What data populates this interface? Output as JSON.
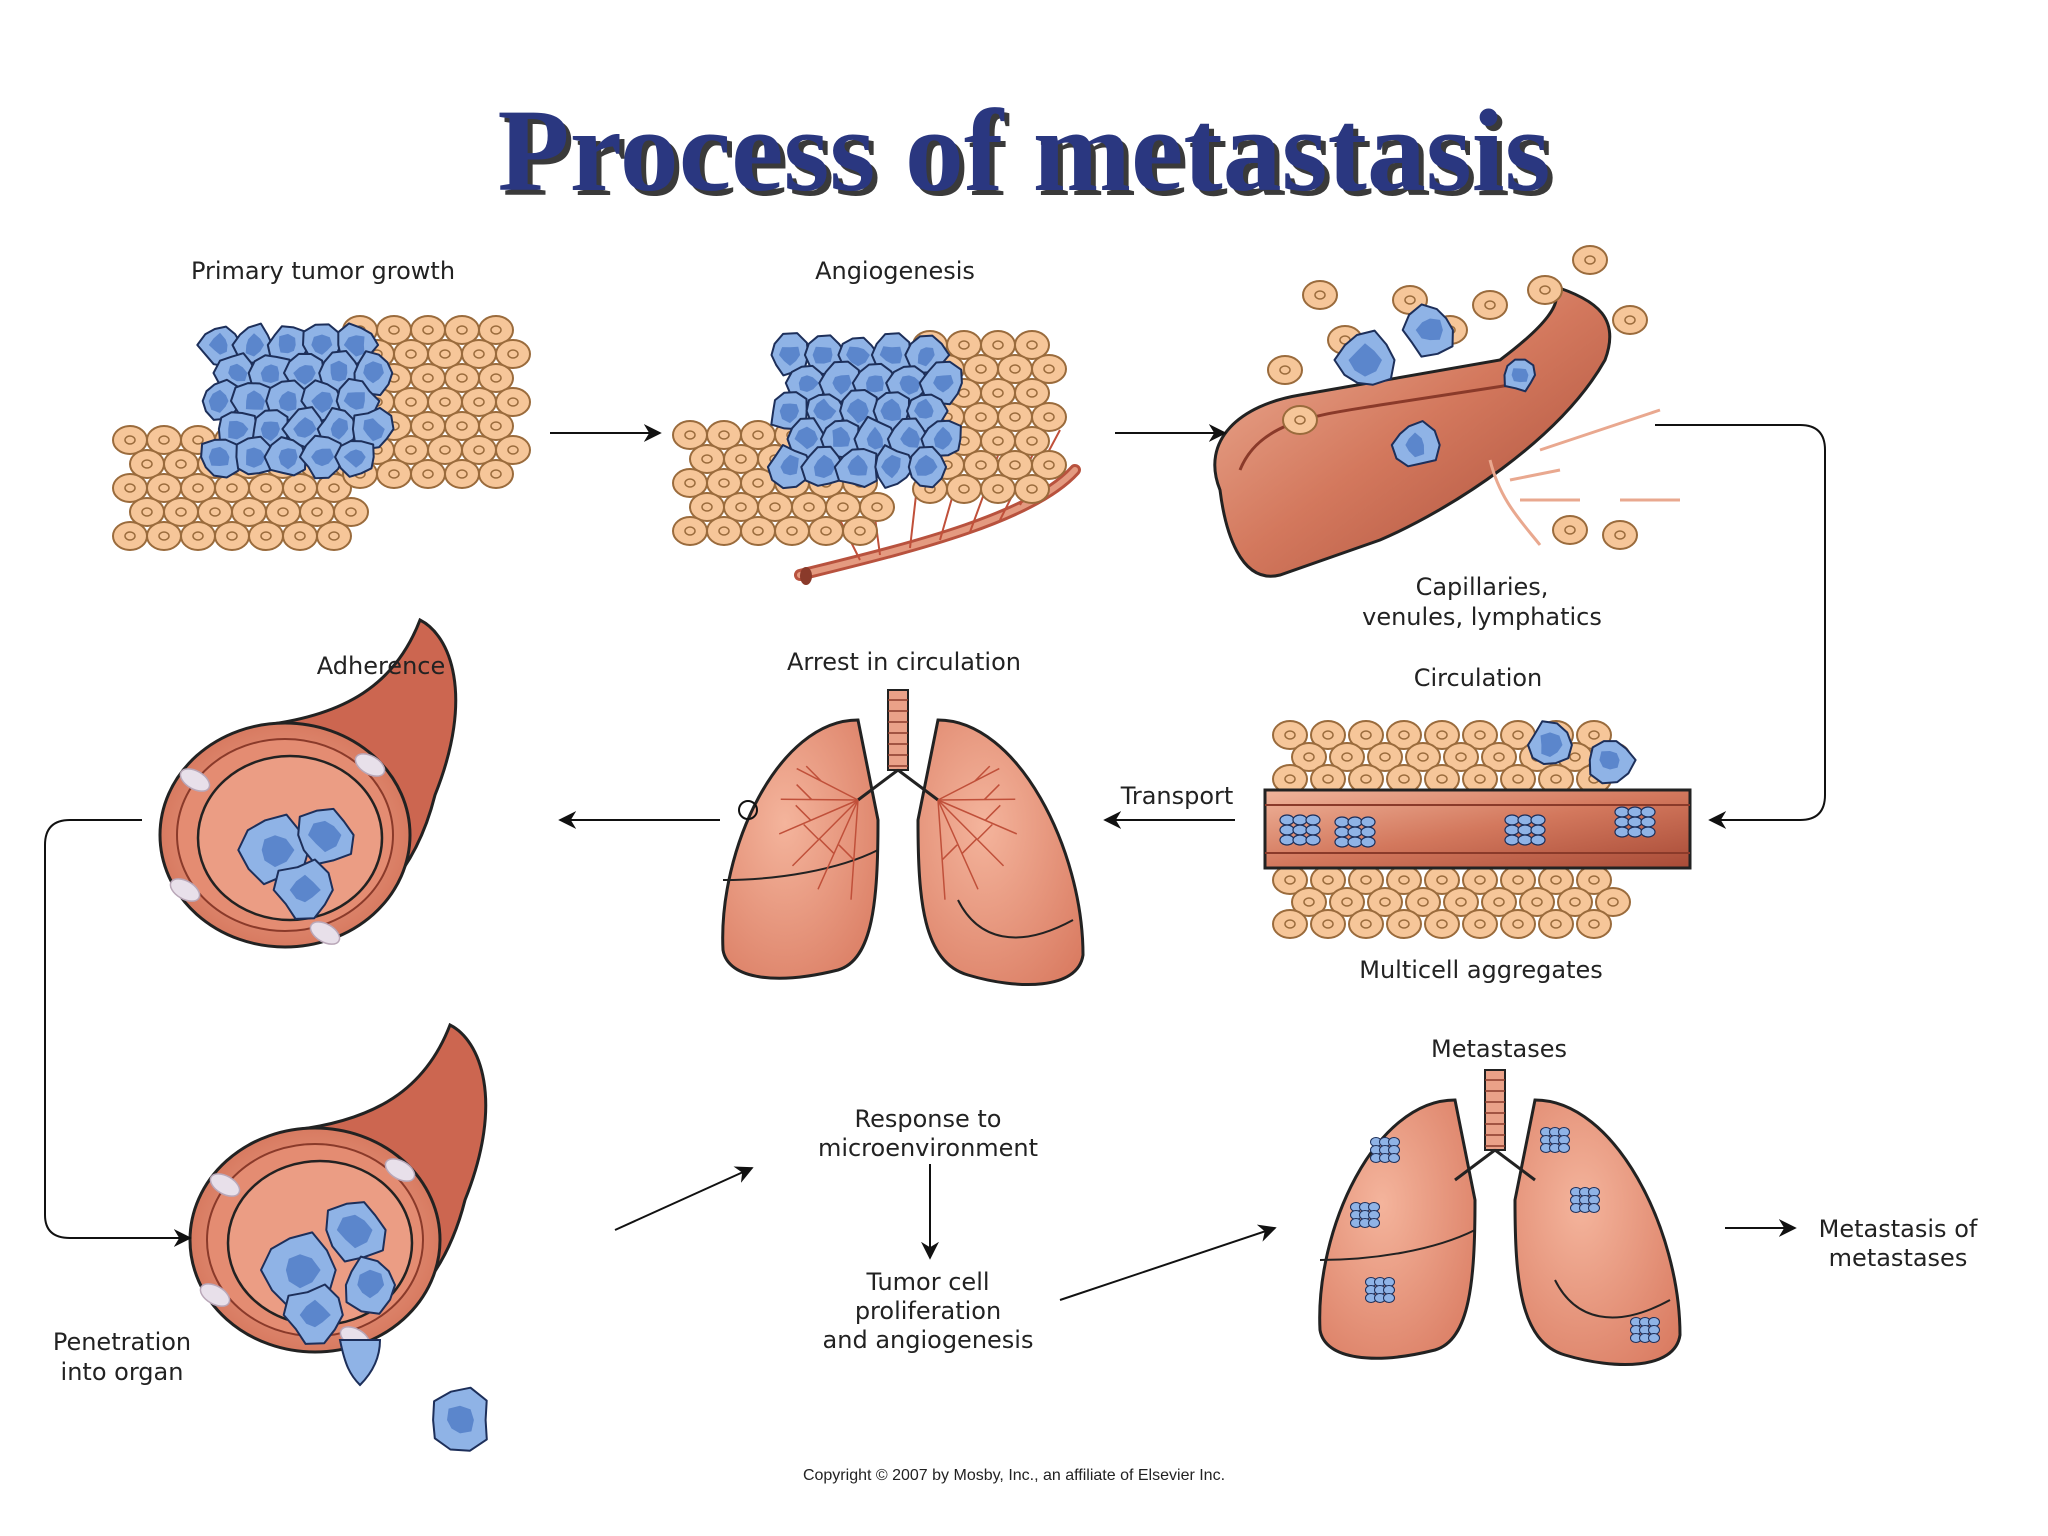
{
  "title": "Process of metastasis",
  "labels": {
    "primary": "Primary tumor growth",
    "angio": "Angiogenesis",
    "capillaries": [
      "Capillaries,",
      "venules, lymphatics"
    ],
    "adherence": "Adherence",
    "arrest": "Arrest in circulation",
    "circulation": "Circulation",
    "transport": "Transport",
    "multicell": "Multicell aggregates",
    "metastases": "Metastases",
    "response": [
      "Response to",
      "microenvironment"
    ],
    "prolif": [
      "Tumor cell",
      "proliferation",
      "and angiogenesis"
    ],
    "penetration": [
      "Penetration",
      "into organ"
    ],
    "metmet": [
      "Metastasis of",
      "metastases"
    ]
  },
  "copyright": "Copyright © 2007 by Mosby, Inc., an affiliate of Elsevier Inc.",
  "colors": {
    "title": "#2a3780",
    "tissue_cell": "#f6c699",
    "tissue_cell_outline": "#9a6b3c",
    "tumor_cell": "#8fb3e6",
    "tumor_nucleus": "#5b86cc",
    "vessel": "#c8614a",
    "vessel_light": "#e8a489",
    "organ": "#e9977e"
  }
}
